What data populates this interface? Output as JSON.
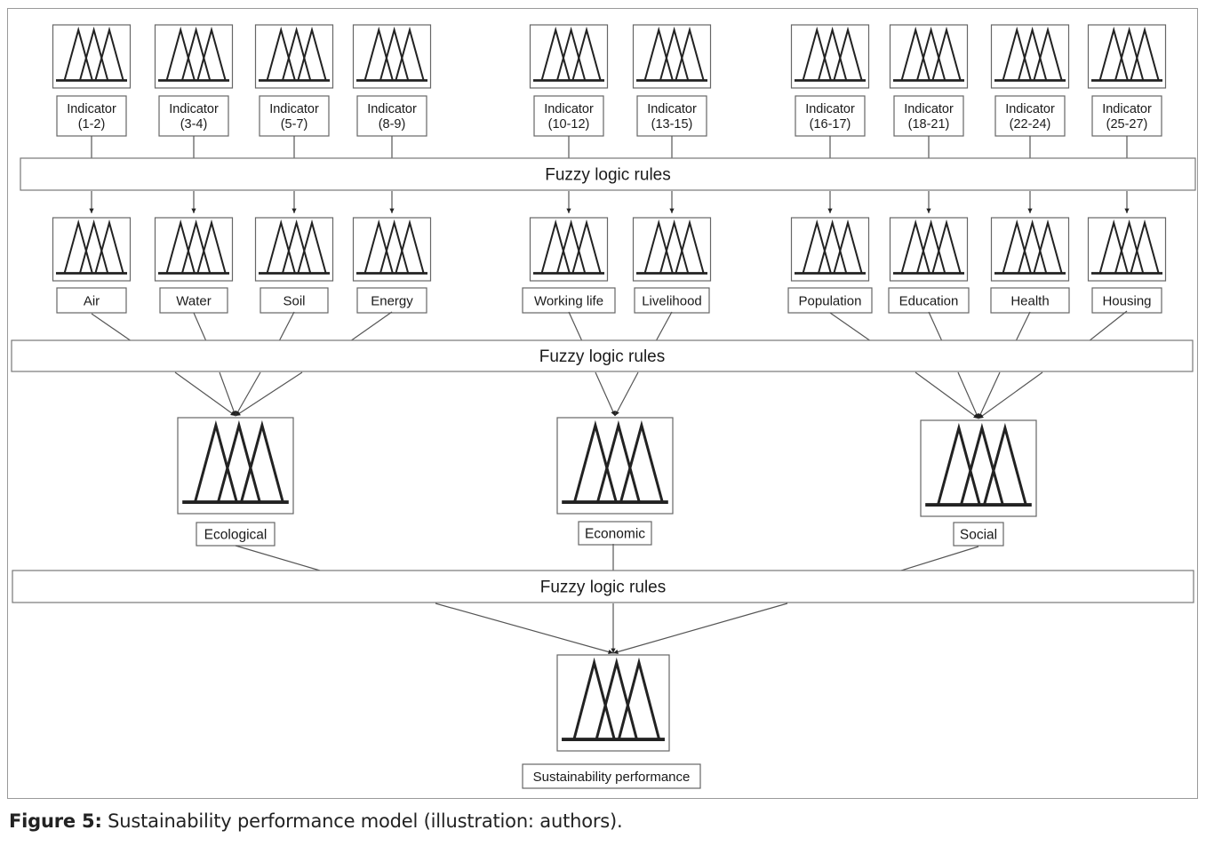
{
  "diagram": {
    "indicators": [
      "Indicator\n(1-2)",
      "Indicator\n(3-4)",
      "Indicator\n(5-7)",
      "Indicator\n(8-9)",
      "Indicator\n(10-12)",
      "Indicator\n(13-15)",
      "Indicator\n(16-17)",
      "Indicator\n(18-21)",
      "Indicator\n(22-24)",
      "Indicator\n(25-27)"
    ],
    "rules_label": "Fuzzy logic rules",
    "sub_criteria": [
      "Air",
      "Water",
      "Soil",
      "Energy",
      "Working life",
      "Livelihood",
      "Population",
      "Education",
      "Health",
      "Housing"
    ],
    "dimensions": [
      "Ecological",
      "Economic",
      "Social"
    ],
    "result": "Sustainability performance"
  },
  "caption": {
    "label": "Figure 5:",
    "text": " Sustainability performance model (illustration: authors)."
  }
}
